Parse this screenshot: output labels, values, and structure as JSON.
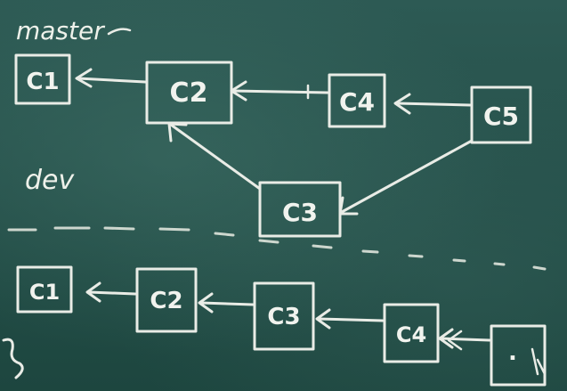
{
  "labels": {
    "master": "master",
    "dev": "dev"
  },
  "top_graph": {
    "c1": "C1",
    "c2": "C2",
    "c3": "C3",
    "c4": "C4",
    "c5": "C5"
  },
  "bottom_graph": {
    "c1": "C1",
    "c2": "C2",
    "c3": "C3",
    "c4": "C4",
    "c5": "."
  },
  "colors": {
    "board": "#2a554f",
    "chalk": "#e9ece6"
  }
}
